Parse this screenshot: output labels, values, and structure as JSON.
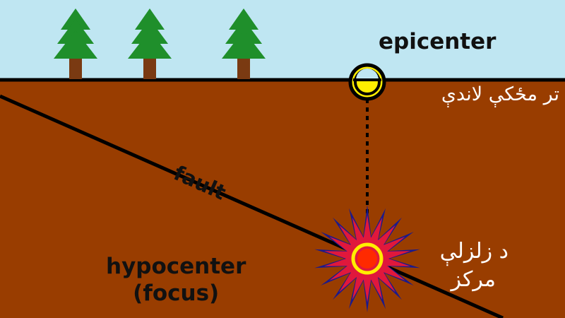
{
  "colors": {
    "sky": "#bfe6f2",
    "ground": "#993d00",
    "tree_foliage": "#1f8f2b",
    "tree_trunk": "#7a3a12",
    "line": "#000000",
    "marker_ring": "#ffee00",
    "star_outer": "#1a1a8c",
    "star_inner": "#e0183c",
    "focus_core": "#ff2a00"
  },
  "labels": {
    "epicenter": "epicenter",
    "epicenter_pashto": "تر مځکې لاندې",
    "fault": "fault",
    "hypocenter": "hypocenter",
    "focus": "(focus)",
    "hypocenter_pashto_line1": "د زلزلې",
    "hypocenter_pashto_line2": "مرکز"
  },
  "icons": [
    "tree-icon",
    "epicenter-marker-icon",
    "hypocenter-burst-icon"
  ]
}
